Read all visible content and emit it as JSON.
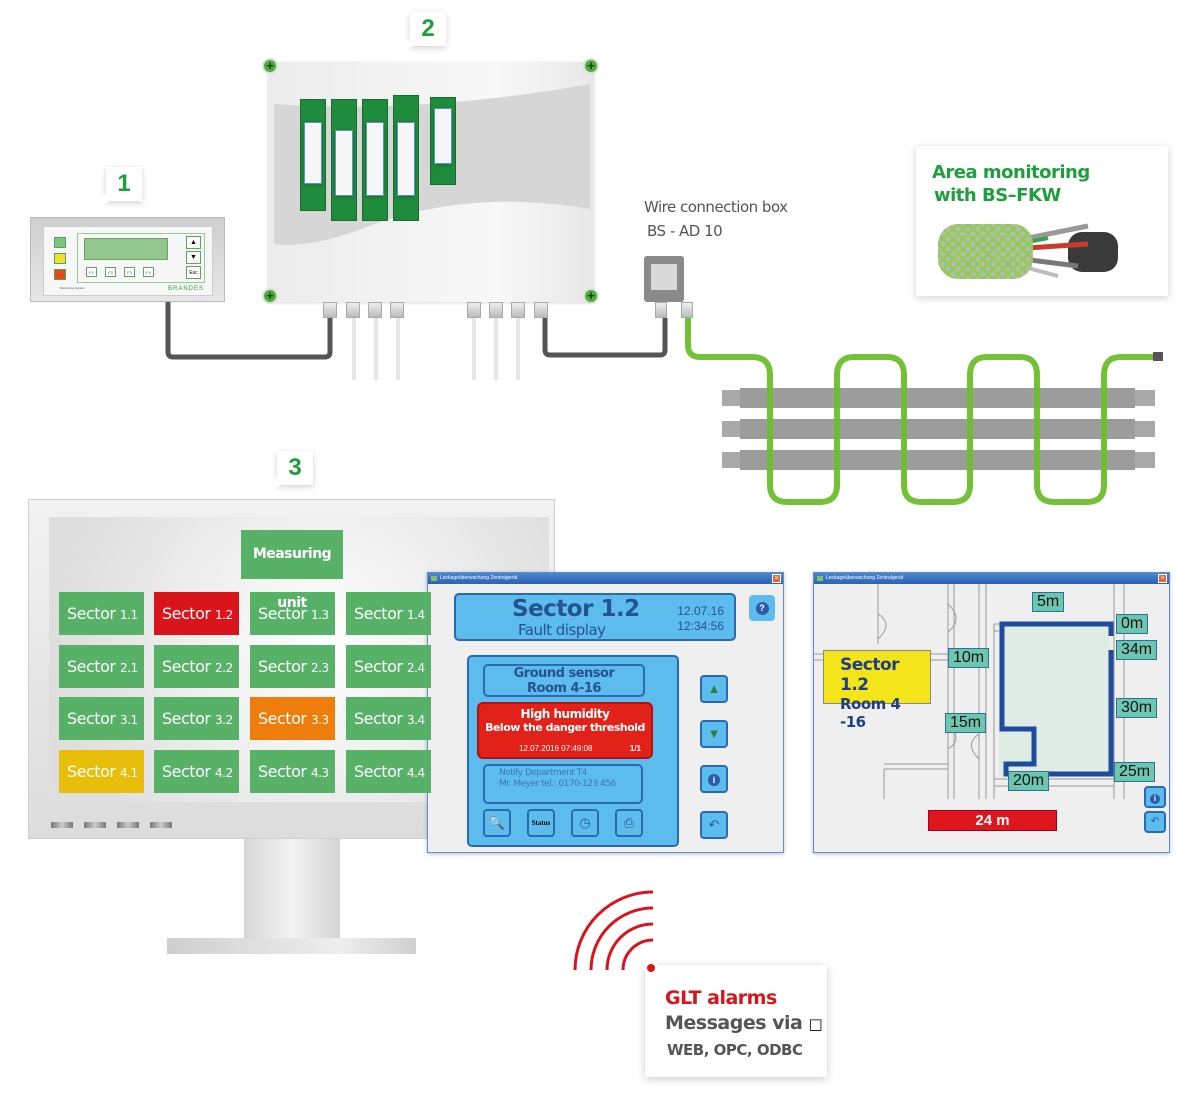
{
  "badges": [
    "1",
    "2",
    "3"
  ],
  "controller": {
    "function_keys": [
      "F1",
      "F2",
      "F3",
      "F4"
    ],
    "side_keys": [
      "▲",
      "▼",
      "Esc"
    ],
    "brand": "BRANDES",
    "subtitle": "Monitoring System",
    "leds": [
      "#7cc47f",
      "#f2e12b",
      "#e24a1e"
    ]
  },
  "junction_box": {
    "label_line1": "Wire connection box",
    "label_line2": "BS - AD 10"
  },
  "area_monitoring": {
    "title_line1": "Area monitoring",
    "title_line2": "with BS–FKW"
  },
  "monitor": {
    "measuring_unit": "Measuring unit",
    "tiles": [
      {
        "prefix": "Sector",
        "num": "1.1",
        "color": "#57b267"
      },
      {
        "prefix": "Sector",
        "num": "1.2",
        "color": "#d9141b"
      },
      {
        "prefix": "Sector",
        "num": "1.3",
        "color": "#57b267"
      },
      {
        "prefix": "Sector",
        "num": "1.4",
        "color": "#57b267"
      },
      {
        "prefix": "Sector",
        "num": "2.1",
        "color": "#57b267"
      },
      {
        "prefix": "Sector",
        "num": "2.2",
        "color": "#57b267"
      },
      {
        "prefix": "Sector",
        "num": "2.3",
        "color": "#57b267"
      },
      {
        "prefix": "Sector",
        "num": "2.4",
        "color": "#57b267"
      },
      {
        "prefix": "Sector",
        "num": "3.1",
        "color": "#57b267"
      },
      {
        "prefix": "Sector",
        "num": "3.2",
        "color": "#57b267"
      },
      {
        "prefix": "Sector",
        "num": "3.3",
        "color": "#ef7d0c"
      },
      {
        "prefix": "Sector",
        "num": "3.4",
        "color": "#57b267"
      },
      {
        "prefix": "Sector",
        "num": "4.1",
        "color": "#e8be0a"
      },
      {
        "prefix": "Sector",
        "num": "4.2",
        "color": "#57b267"
      },
      {
        "prefix": "Sector",
        "num": "4.3",
        "color": "#57b267"
      },
      {
        "prefix": "Sector",
        "num": "4.4",
        "color": "#57b267"
      }
    ]
  },
  "fault_window": {
    "title": "Leckageüberwachung Zentralgerät",
    "sector": "Sector 1.2",
    "subtitle": "Fault display",
    "date": "12.07.16",
    "time": "12:34:56",
    "sensor_line1": "Ground sensor",
    "sensor_line2": "Room 4-16",
    "alarm_line1": "High humidity",
    "alarm_line2": "Below the danger threshold",
    "alarm_timestamp": "12.07.2016 07:49:08",
    "alarm_count": "1/1",
    "notify_line1": "Notify Department  T4",
    "notify_line2": "Mr. Meyer tel.: 0170-123 456",
    "status_button": "Status"
  },
  "map_window": {
    "title": "Leckageüberwachung Zentralgerät",
    "sector": "Sector 1.2",
    "room": "Room 4 -16",
    "markers": [
      "5m",
      "0m",
      "34m",
      "10m",
      "30m",
      "15m",
      "25m",
      "20m"
    ],
    "distance": "24 m"
  },
  "glt": {
    "title": "GLT alarms",
    "line2": "Messages via",
    "glyph": "□",
    "line3": "WEB, OPC, ODBC"
  },
  "colors": {
    "brand_green": "#1e9e3c",
    "cable_green": "#6cbf2a",
    "alarm_red": "#d9141b",
    "panel_blue": "#5dbcee"
  }
}
